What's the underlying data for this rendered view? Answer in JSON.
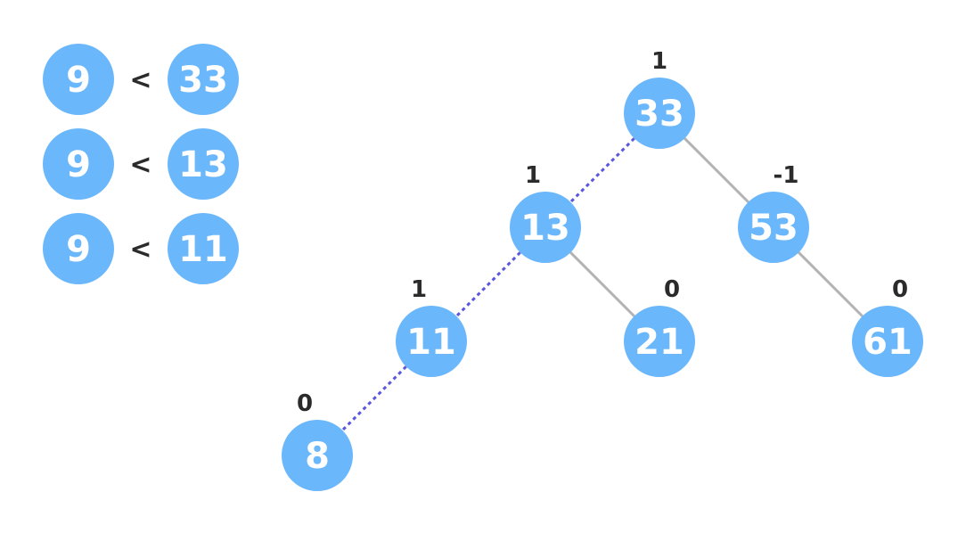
{
  "comparisons": [
    {
      "left": "9",
      "op": "<",
      "right": "33"
    },
    {
      "left": "9",
      "op": "<",
      "right": "13"
    },
    {
      "left": "9",
      "op": "<",
      "right": "11"
    }
  ],
  "tree": {
    "nodes": [
      {
        "id": "n33",
        "value": "33",
        "balance": "1"
      },
      {
        "id": "n13",
        "value": "13",
        "balance": "1"
      },
      {
        "id": "n53",
        "value": "53",
        "balance": "-1"
      },
      {
        "id": "n11",
        "value": "11",
        "balance": "1"
      },
      {
        "id": "n21",
        "value": "21",
        "balance": "0"
      },
      {
        "id": "n61",
        "value": "61",
        "balance": "0"
      },
      {
        "id": "n8",
        "value": "8",
        "balance": "0"
      }
    ],
    "edges": [
      {
        "from": "n33",
        "to": "n13",
        "style": "dotted"
      },
      {
        "from": "n33",
        "to": "n53",
        "style": "solid"
      },
      {
        "from": "n13",
        "to": "n11",
        "style": "dotted"
      },
      {
        "from": "n13",
        "to": "n21",
        "style": "solid"
      },
      {
        "from": "n53",
        "to": "n61",
        "style": "solid"
      },
      {
        "from": "n11",
        "to": "n8",
        "style": "dotted"
      }
    ]
  },
  "colors": {
    "node_fill": "#6bb7fc",
    "node_text": "#ffffff",
    "label_text": "#2b2b2b",
    "edge_solid": "#b3b3b3",
    "edge_path": "#5b56e0"
  }
}
